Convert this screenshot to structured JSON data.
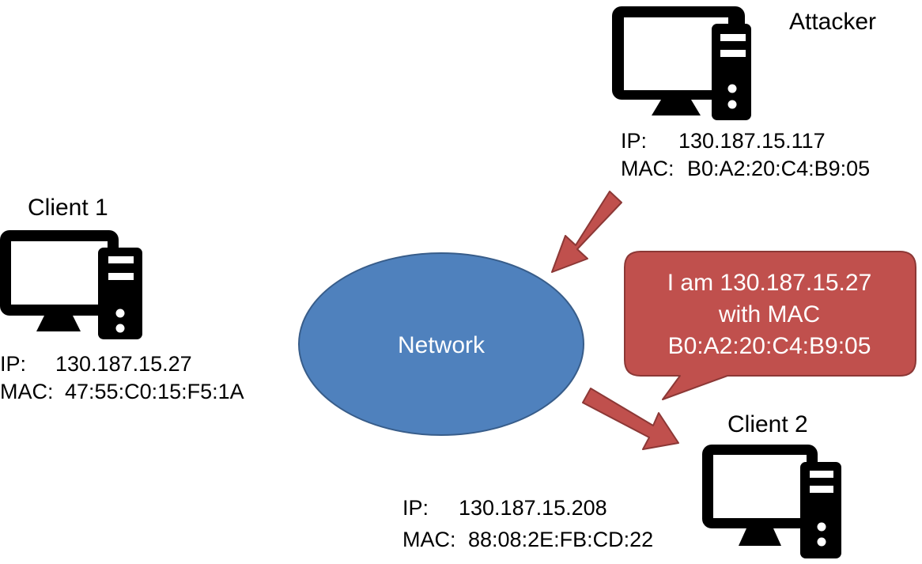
{
  "colors": {
    "network_fill": "#4f81bd",
    "network_stroke": "#385d8a",
    "arrow_fill": "#c0504d",
    "arrow_stroke": "#8c3836",
    "bubble_fill": "#c0504d",
    "bubble_stroke": "#8c3836",
    "computer": "#000000"
  },
  "nodes": {
    "attacker": {
      "name": "Attacker",
      "icon": "desktop-computer-icon",
      "ip_label": "IP:",
      "ip": "130.187.15.117",
      "mac_label": "MAC:",
      "mac": "B0:A2:20:C4:B9:05"
    },
    "client1": {
      "name": "Client 1",
      "icon": "desktop-computer-icon",
      "ip_label": "IP:",
      "ip": "130.187.15.27",
      "mac_label": "MAC:",
      "mac": "47:55:C0:15:F5:1A"
    },
    "client2": {
      "name": "Client 2",
      "icon": "desktop-computer-icon",
      "ip_label": "IP:",
      "ip": "130.187.15.208",
      "mac_label": "MAC:",
      "mac": "88:08:2E:FB:CD:22"
    }
  },
  "network": {
    "label": "Network"
  },
  "message": {
    "line1": "I am 130.187.15.27",
    "line2": "with MAC",
    "line3": "B0:A2:20:C4:B9:05"
  }
}
